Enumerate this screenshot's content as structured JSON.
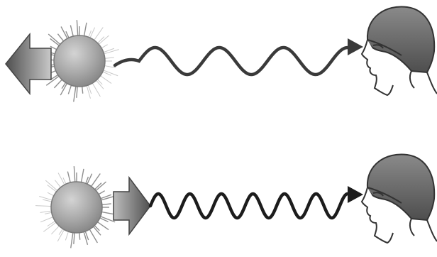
{
  "scenes": [
    {
      "id": "receding",
      "motion": "away-from-observer",
      "arrow": "left-arrow-icon",
      "wave": "stretched-wave",
      "colors": {
        "star": "#9e9e9e",
        "arrow": "#6d6d6d",
        "wave": "#3a3a3a",
        "head": "#6b6b6b"
      }
    },
    {
      "id": "approaching",
      "motion": "toward-observer",
      "arrow": "right-arrow-icon",
      "wave": "compressed-wave",
      "colors": {
        "star": "#9e9e9e",
        "arrow": "#6d6d6d",
        "wave": "#1c1c1c",
        "head": "#6b6b6b"
      }
    }
  ]
}
